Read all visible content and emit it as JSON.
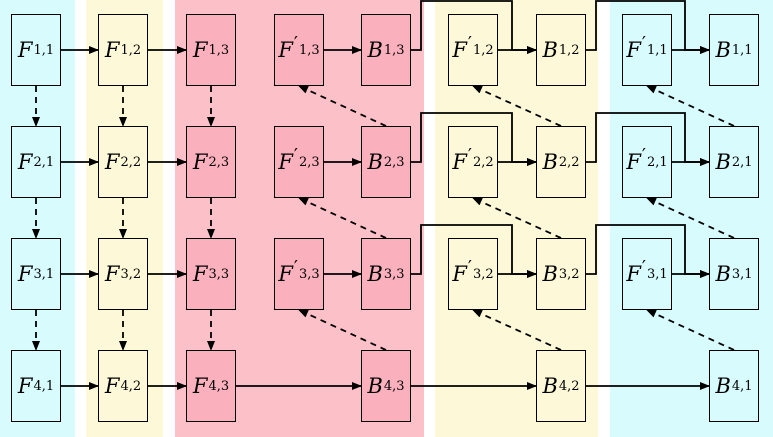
{
  "colors": {
    "cyan": "#d8fbfd",
    "yellow": "#fdf9d8",
    "pink": "#fcc0c9",
    "node_fill_pink": "#fab1bd",
    "line": "#000000"
  },
  "nodes": [
    {
      "id": "F11",
      "main": "F",
      "prime": false,
      "sub": "1,1"
    },
    {
      "id": "F21",
      "main": "F",
      "prime": false,
      "sub": "2,1"
    },
    {
      "id": "F31",
      "main": "F",
      "prime": false,
      "sub": "3,1"
    },
    {
      "id": "F41",
      "main": "F",
      "prime": false,
      "sub": "4,1"
    },
    {
      "id": "F12",
      "main": "F",
      "prime": false,
      "sub": "1,2"
    },
    {
      "id": "F22",
      "main": "F",
      "prime": false,
      "sub": "2,2"
    },
    {
      "id": "F32",
      "main": "F",
      "prime": false,
      "sub": "3,2"
    },
    {
      "id": "F42",
      "main": "F",
      "prime": false,
      "sub": "4,2"
    },
    {
      "id": "F13",
      "main": "F",
      "prime": false,
      "sub": "1,3"
    },
    {
      "id": "F23",
      "main": "F",
      "prime": false,
      "sub": "2,3"
    },
    {
      "id": "F33",
      "main": "F",
      "prime": false,
      "sub": "3,3"
    },
    {
      "id": "F43",
      "main": "F",
      "prime": false,
      "sub": "4,3"
    },
    {
      "id": "Fp13",
      "main": "F",
      "prime": true,
      "sub": "1,3"
    },
    {
      "id": "Fp23",
      "main": "F",
      "prime": true,
      "sub": "2,3"
    },
    {
      "id": "Fp33",
      "main": "F",
      "prime": true,
      "sub": "3,3"
    },
    {
      "id": "B13",
      "main": "B",
      "prime": false,
      "sub": "1,3"
    },
    {
      "id": "B23",
      "main": "B",
      "prime": false,
      "sub": "2,3"
    },
    {
      "id": "B33",
      "main": "B",
      "prime": false,
      "sub": "3,3"
    },
    {
      "id": "B43",
      "main": "B",
      "prime": false,
      "sub": "4,3"
    },
    {
      "id": "Fp12",
      "main": "F",
      "prime": true,
      "sub": "1,2"
    },
    {
      "id": "Fp22",
      "main": "F",
      "prime": true,
      "sub": "2,2"
    },
    {
      "id": "Fp32",
      "main": "F",
      "prime": true,
      "sub": "3,2"
    },
    {
      "id": "B12",
      "main": "B",
      "prime": false,
      "sub": "1,2"
    },
    {
      "id": "B22",
      "main": "B",
      "prime": false,
      "sub": "2,2"
    },
    {
      "id": "B32",
      "main": "B",
      "prime": false,
      "sub": "3,2"
    },
    {
      "id": "B42",
      "main": "B",
      "prime": false,
      "sub": "4,2"
    },
    {
      "id": "Fp11",
      "main": "F",
      "prime": true,
      "sub": "1,1"
    },
    {
      "id": "Fp21",
      "main": "F",
      "prime": true,
      "sub": "2,1"
    },
    {
      "id": "Fp31",
      "main": "F",
      "prime": true,
      "sub": "3,1"
    },
    {
      "id": "B11",
      "main": "B",
      "prime": false,
      "sub": "1,1"
    },
    {
      "id": "B21",
      "main": "B",
      "prime": false,
      "sub": "2,1"
    },
    {
      "id": "B31",
      "main": "B",
      "prime": false,
      "sub": "3,1"
    },
    {
      "id": "B41",
      "main": "B",
      "prime": false,
      "sub": "4,1"
    }
  ]
}
